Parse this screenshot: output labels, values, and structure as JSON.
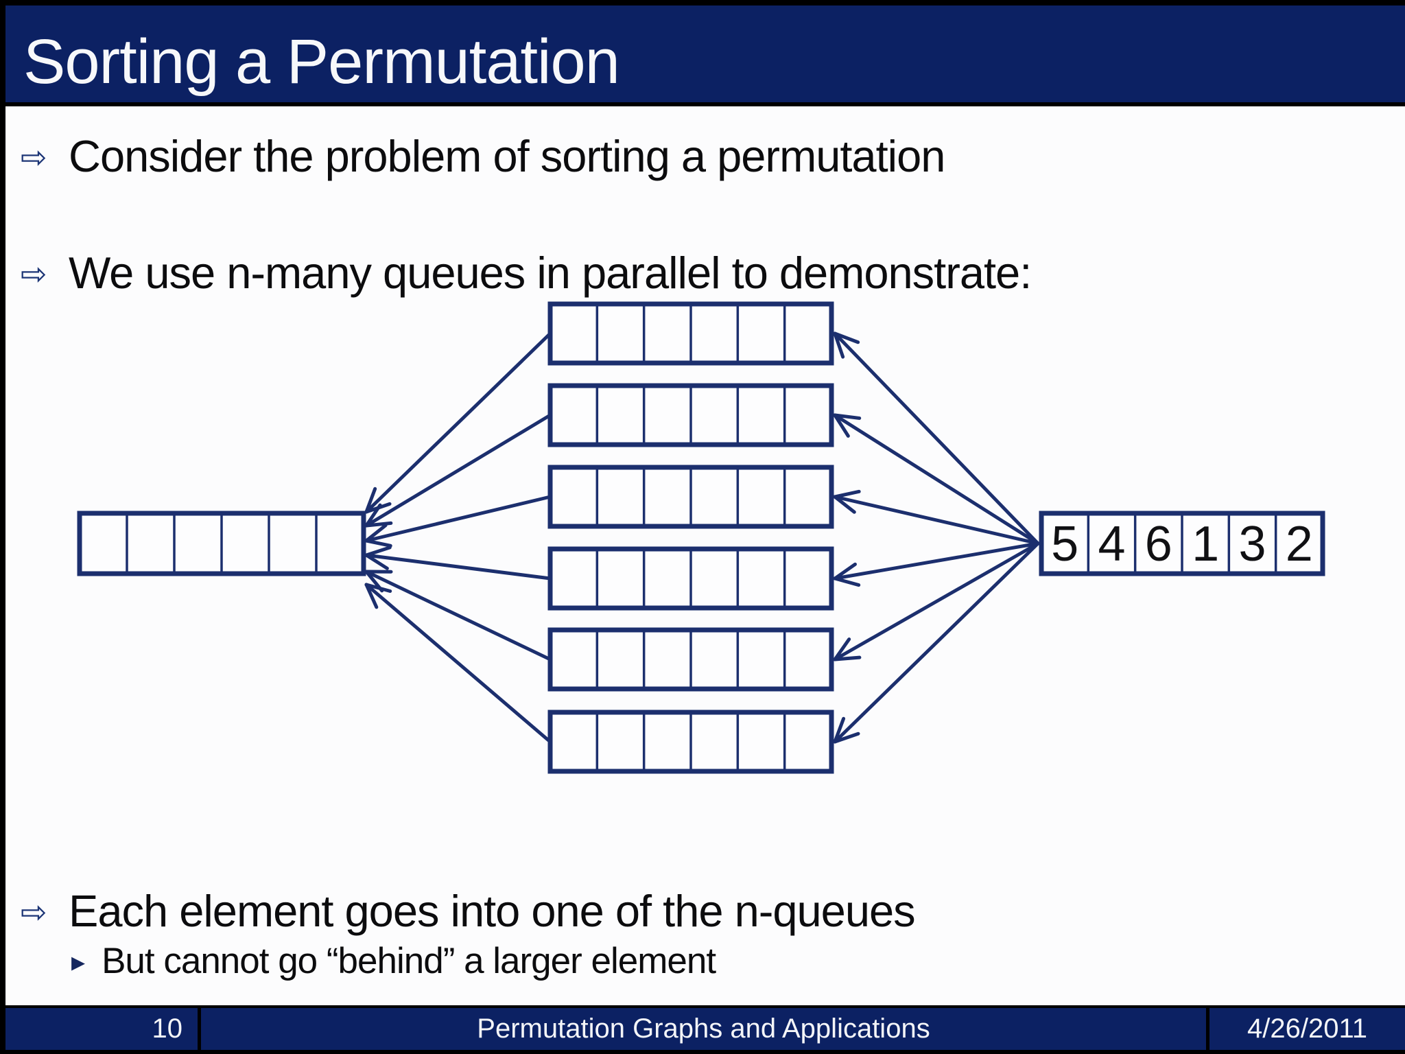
{
  "title": "Sorting a Permutation",
  "icons": {
    "bullet_arrow": "⇨",
    "sub_bullet": "▸"
  },
  "bullets": [
    {
      "label": "Consider the problem of sorting a permutation"
    },
    {
      "label": "We use n-many queues in parallel to demonstrate:"
    },
    {
      "label": "Each element goes into one of the n-queues"
    },
    {
      "label": "But cannot go “behind” a larger element"
    }
  ],
  "diagram": {
    "description": "n-many parallel queues between an empty output queue (left) and an input permutation queue (right)",
    "left_queue_cells": 6,
    "middle_queue_count": 6,
    "middle_queue_cells": 6,
    "input_queue_cells": 6,
    "input_queue_values": [
      "5",
      "4",
      "6",
      "1",
      "3",
      "2"
    ]
  },
  "footer": {
    "page_number": "10",
    "center_text": "Permutation Graphs and Applications",
    "date": "4/26/2011"
  },
  "colors": {
    "navy_bar": "#0c2163",
    "diagram_line": "#1c2f6e",
    "text": "#0c0c0e",
    "title_text": "#f7f8fa"
  }
}
